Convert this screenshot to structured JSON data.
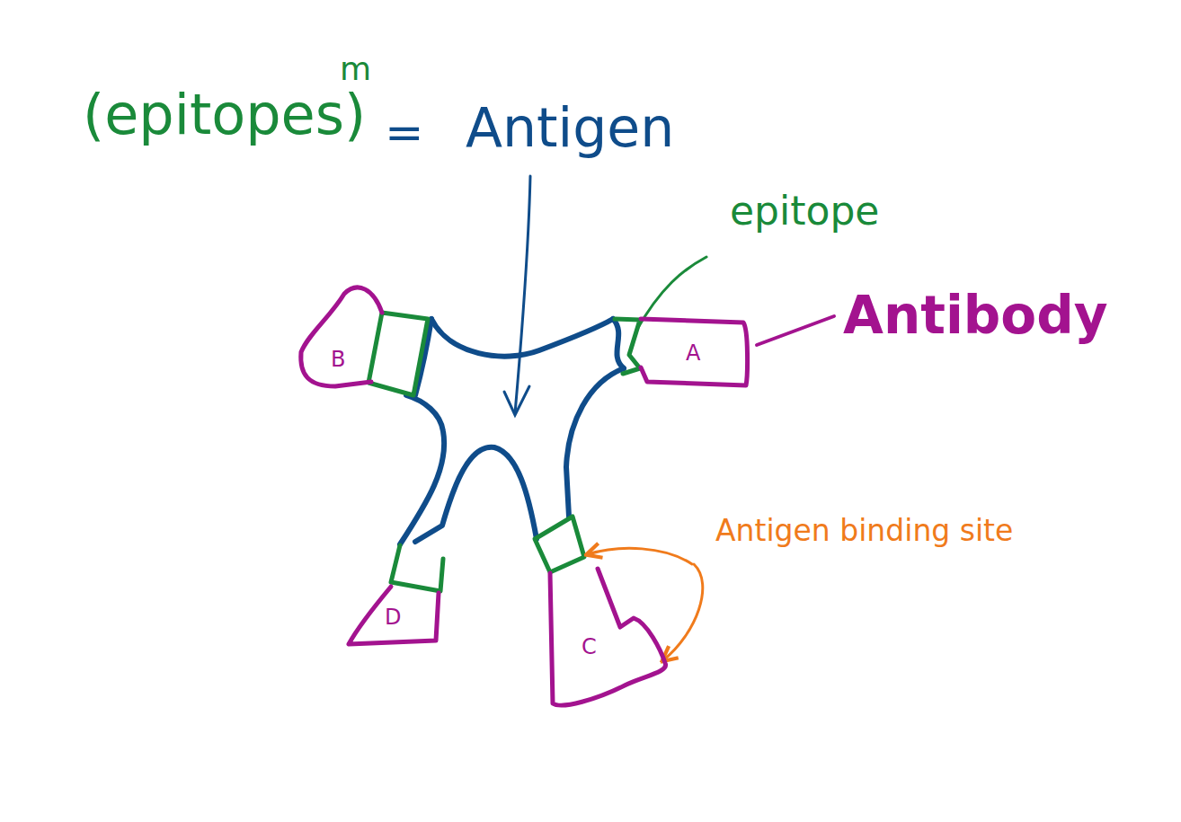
{
  "diagram": {
    "nodes": [
      {
        "text": [
          "B"
        ]
      },
      {
        "text": [
          "A"
        ]
      },
      {
        "text": [
          "D"
        ]
      },
      {
        "text": [
          "C"
        ]
      }
    ],
    "labels": [
      "(epitopes)",
      "m",
      "=",
      "Antigen",
      "epitope",
      "Antibody",
      "Antigen binding site"
    ]
  }
}
